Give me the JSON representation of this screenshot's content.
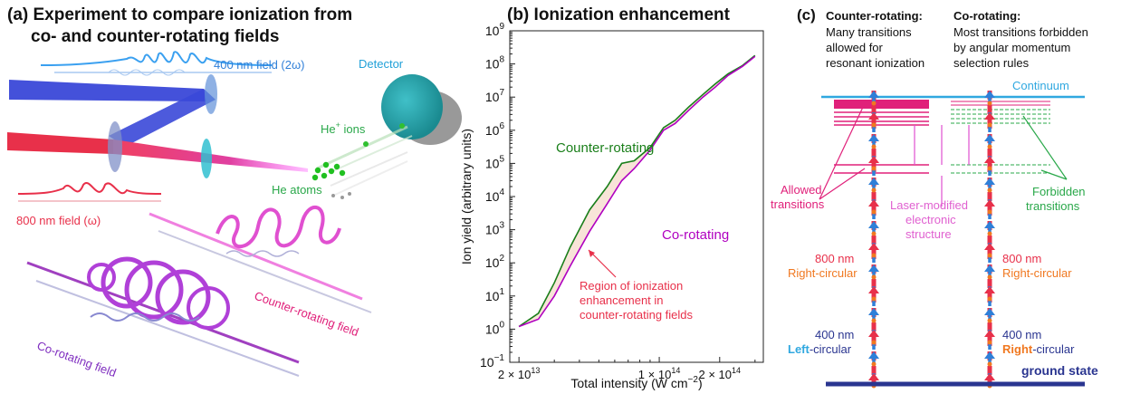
{
  "panel_a": {
    "title_line1": "(a) Experiment to compare ionization from",
    "title_line2": "co- and counter-rotating fields",
    "label_400nm": "400 nm field (2ω)",
    "label_800nm": "800 nm field (ω)",
    "label_detector": "Detector",
    "label_ions": "He",
    "label_ions_sup": "+",
    "label_ions_suffix": " ions",
    "label_atoms": "He atoms",
    "label_counter": "Counter-rotating field",
    "label_co": "Co-rotating field"
  },
  "panel_b": {
    "title": "(b) Ionization enhancement",
    "label_counter": "Counter-rotating",
    "label_co": "Co-rotating",
    "annotation_line1": "Region of ionization",
    "annotation_line2": "enhancement in",
    "annotation_line3": "counter-rotating fields"
  },
  "panel_c": {
    "label_c": "(c)",
    "counter_title": "Counter-rotating:",
    "counter_desc1": "Many transitions",
    "counter_desc2": "allowed for",
    "counter_desc3": "resonant ionization",
    "co_title": "Co-rotating:",
    "co_desc1": "Most transitions forbidden",
    "co_desc2": "by angular momentum",
    "co_desc3": "selection rules",
    "continuum": "Continuum",
    "allowed1": "Allowed",
    "allowed2": "transitions",
    "laser1": "Laser-modified",
    "laser2": "electronic",
    "laser3": "structure",
    "forbidden1": "Forbidden",
    "forbidden2": "transitions",
    "left_800": "800 nm",
    "left_800_pol": "Right-circular",
    "right_800": "800 nm",
    "right_800_pol": "Right-circular",
    "left_400": "400 nm",
    "left_400_pol_a": "Left",
    "left_400_pol_b": "-circular",
    "right_400": "400 nm",
    "right_400_pol_a": "Right",
    "right_400_pol_b": "-circular",
    "ground": "ground state"
  },
  "colors": {
    "counter": "#1a7f1a",
    "co": "#b000c0",
    "blue": "#2f7fd8",
    "red": "#e8304a",
    "magenta": "#e0207a",
    "green": "#2aa84a",
    "orange": "#f07820",
    "navy": "#2a3590",
    "cyan": "#20a0d8"
  },
  "chart_data": {
    "type": "line",
    "xlabel": "Total intensity (W cm",
    "xlabel_sup": "−2",
    "xlabel_end": ")",
    "ylabel": "Ion yield (arbitrary units)",
    "xscale": "log",
    "yscale": "log",
    "xlim": [
      18000000000000.0,
      330000000000000.0
    ],
    "ylim": [
      0.1,
      1000000000.0
    ],
    "y_ticks": [
      {
        "v": 0.1,
        "m": "10",
        "e": "−1"
      },
      {
        "v": 1,
        "m": "10",
        "e": "0"
      },
      {
        "v": 10,
        "m": "10",
        "e": "1"
      },
      {
        "v": 100,
        "m": "10",
        "e": "2"
      },
      {
        "v": 1000,
        "m": "10",
        "e": "3"
      },
      {
        "v": 10000,
        "m": "10",
        "e": "4"
      },
      {
        "v": 100000,
        "m": "10",
        "e": "5"
      },
      {
        "v": 1000000,
        "m": "10",
        "e": "6"
      },
      {
        "v": 10000000,
        "m": "10",
        "e": "7"
      },
      {
        "v": 100000000,
        "m": "10",
        "e": "8"
      },
      {
        "v": 1000000000,
        "m": "10",
        "e": "9"
      }
    ],
    "x_ticks": [
      {
        "v": 20000000000000.0,
        "label": "2 × 10",
        "e": "13"
      },
      {
        "v": 100000000000000.0,
        "label": "1 × 10",
        "e": "14"
      },
      {
        "v": 200000000000000.0,
        "label": "2 × 10",
        "e": "14"
      }
    ],
    "series": [
      {
        "name": "Counter-rotating",
        "color": "#1a7f1a",
        "x": [
          20000000000000.0,
          25000000000000.0,
          30000000000000.0,
          36000000000000.0,
          45000000000000.0,
          55000000000000.0,
          65000000000000.0,
          75000000000000.0,
          90000000000000.0,
          105000000000000.0,
          120000000000000.0,
          140000000000000.0,
          165000000000000.0,
          190000000000000.0,
          220000000000000.0,
          260000000000000.0,
          300000000000000.0
        ],
        "y": [
          1.2,
          3,
          25,
          300,
          4000,
          20000,
          100000,
          120000,
          300000,
          1200000,
          2000000,
          5000000,
          12000000,
          25000000,
          50000000,
          90000000,
          180000000
        ]
      },
      {
        "name": "Co-rotating",
        "color": "#b000c0",
        "x": [
          20000000000000.0,
          25000000000000.0,
          30000000000000.0,
          36000000000000.0,
          45000000000000.0,
          55000000000000.0,
          65000000000000.0,
          75000000000000.0,
          90000000000000.0,
          105000000000000.0,
          120000000000000.0,
          140000000000000.0,
          165000000000000.0,
          190000000000000.0,
          220000000000000.0,
          260000000000000.0,
          300000000000000.0
        ],
        "y": [
          1.2,
          2,
          10,
          80,
          900,
          6000,
          30000,
          70000,
          250000,
          1000000,
          1600000,
          4000000,
          10000000,
          20000000,
          45000000,
          85000000,
          170000000
        ]
      }
    ]
  }
}
